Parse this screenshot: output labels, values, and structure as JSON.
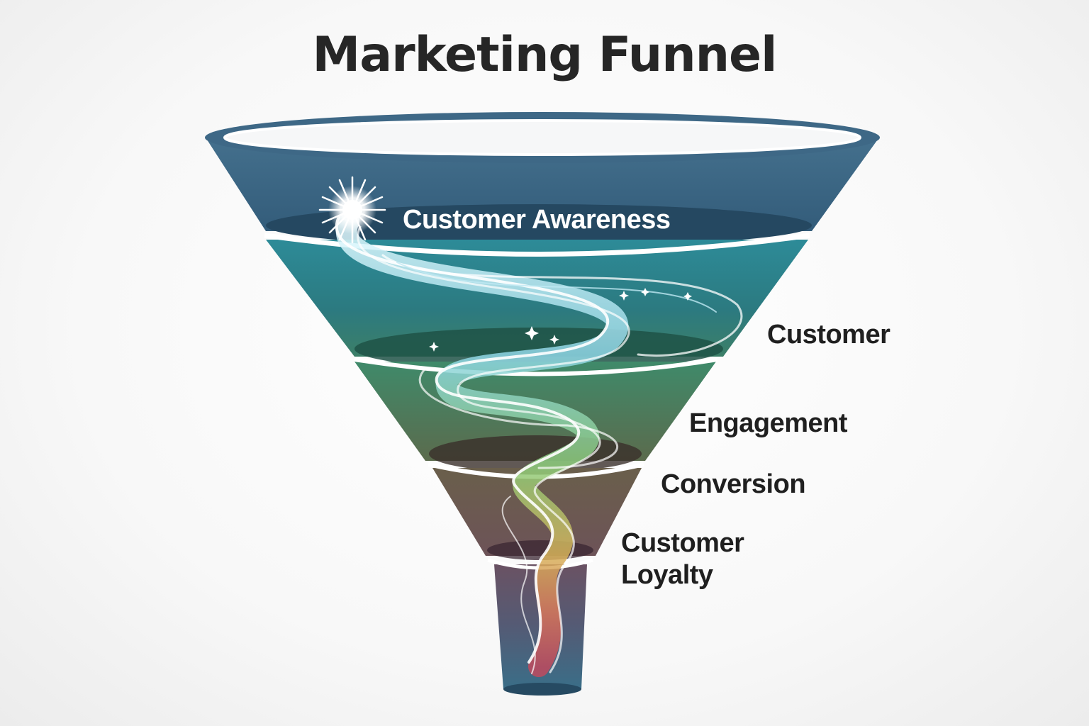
{
  "title": "Marketing Funnel",
  "stages": [
    {
      "label": "Customer Awareness"
    },
    {
      "label": "Customer"
    },
    {
      "label": "Engagement"
    },
    {
      "label": "Conversion"
    },
    {
      "label_line1": "Customer",
      "label_line2": "Loyalty"
    }
  ],
  "colors": {
    "top_band": "#3f6a87",
    "awareness_band": "#2e9096",
    "engagement_band": "#4c8a66",
    "conversion_band": "#5d5a4d",
    "loyalty_band": "#6d5560",
    "spout": "#3d6d86",
    "stream": "#9be3f2",
    "title_text": "#262626"
  }
}
